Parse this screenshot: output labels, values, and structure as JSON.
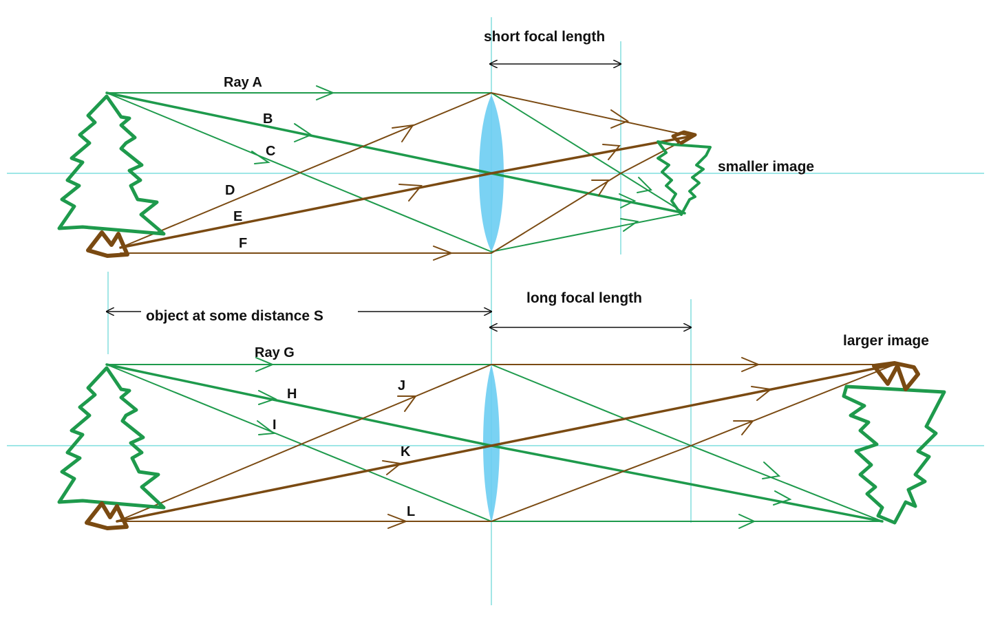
{
  "colors": {
    "green": "#1e9a4c",
    "brown": "#7a4a12",
    "axis": "#63d6d6",
    "lens": "#6ccdf2",
    "text": "#111111"
  },
  "top": {
    "focal_label": "short focal length",
    "image_label": "smaller image",
    "rays": {
      "a": "Ray A",
      "b": "B",
      "c": "C",
      "d": "D",
      "e": "E",
      "f": "F"
    }
  },
  "middle": {
    "distance_label": "object at some distance S"
  },
  "bottom": {
    "focal_label": "long focal length",
    "image_label": "larger image",
    "rays": {
      "g": "Ray G",
      "h": "H",
      "i": "I",
      "j": "J",
      "k": "K",
      "l": "L"
    }
  }
}
